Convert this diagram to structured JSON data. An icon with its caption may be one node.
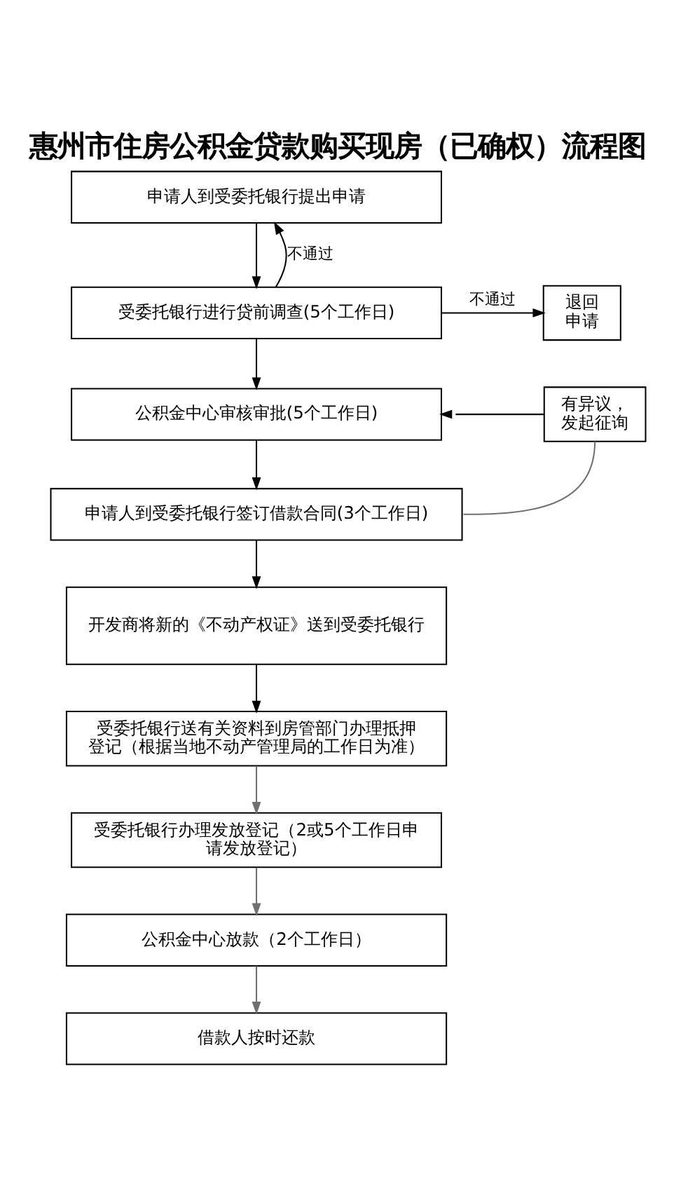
{
  "diagram": {
    "title": "惠州市住房公积金贷款购买现房（已确权）流程图",
    "nodes": [
      {
        "text": [
          "申请人到受委托银行提出申请"
        ]
      },
      {
        "text": [
          "受委托银行进行贷前调查(5个工作日)"
        ]
      },
      {
        "text": [
          "退回申请"
        ]
      },
      {
        "text": [
          "公积金中心审核审批(5个工作日)"
        ]
      },
      {
        "text": [
          "有异议，发起征询"
        ]
      },
      {
        "text": [
          "申请人到受委托银行签订借款合同(3个工作日)"
        ]
      },
      {
        "text": [
          "开发商将新的《不动产权证》送到受委托银行"
        ]
      },
      {
        "text": [
          "受委托银行送有关资料到房管部门办理抵押登记（根据当地不动产管理局的工作日为准）"
        ]
      },
      {
        "text": [
          "受委托银行办理发放登记（2或5个工作日申请发放登记）"
        ]
      },
      {
        "text": [
          "公积金中心放款（2个工作日）"
        ]
      },
      {
        "text": [
          "借款人按时还款"
        ]
      }
    ],
    "edges": [
      {
        "from": 0,
        "to": 1,
        "arrow": "to"
      },
      {
        "from": 1,
        "to": 0,
        "arrow": "to",
        "label": "不通过"
      },
      {
        "from": 1,
        "to": 2,
        "arrow": "to",
        "label": "不通过"
      },
      {
        "from": 1,
        "to": 3,
        "arrow": "to"
      },
      {
        "from": 5,
        "to": 4,
        "arrow": "none",
        "color": "#707070"
      },
      {
        "from": 4,
        "to": 3,
        "arrow": "to"
      },
      {
        "from": 3,
        "to": 5,
        "arrow": "to"
      },
      {
        "from": 5,
        "to": 6,
        "arrow": "to"
      },
      {
        "from": 6,
        "to": 7,
        "arrow": "to"
      },
      {
        "from": 7,
        "to": 8,
        "arrow": "to",
        "color": "#707070"
      },
      {
        "from": 8,
        "to": 9,
        "arrow": "to",
        "color": "#707070"
      },
      {
        "from": 9,
        "to": 10,
        "arrow": "to",
        "color": "#707070"
      }
    ]
  }
}
